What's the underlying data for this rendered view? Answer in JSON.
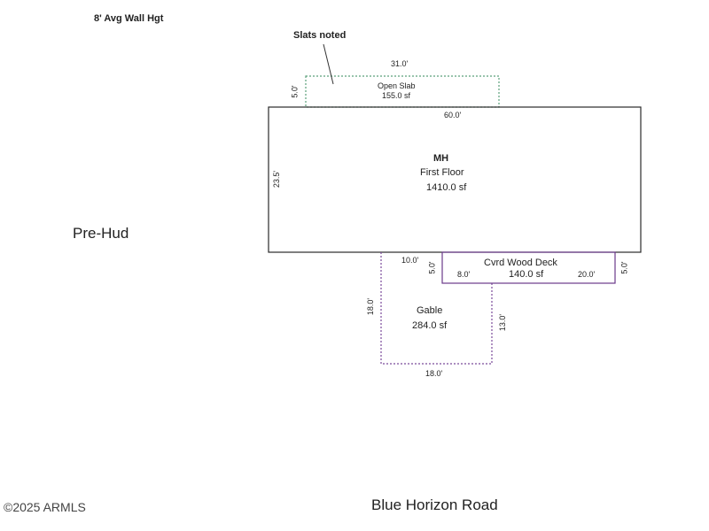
{
  "header": {
    "wall_height_note": "8' Avg Wall Hgt",
    "slats_note": "Slats noted"
  },
  "open_slab": {
    "name": "Open Slab",
    "area": "155.0 sf",
    "dim_width": "31.0'",
    "dim_depth": "5.0'"
  },
  "main_house": {
    "name": "MH",
    "floor": "First Floor",
    "area": "1410.0 sf",
    "dim_width": "60.0'",
    "dim_depth": "23.5'"
  },
  "deck": {
    "name": "Cvrd Wood Deck",
    "area": "140.0 sf",
    "dim_left": "5.0'",
    "dim_right": "5.0'",
    "dim_bottom_left": "8.0'",
    "dim_bottom_right": "20.0'"
  },
  "gable": {
    "name": "Gable",
    "area": "284.0 sf",
    "dim_top": "10.0'",
    "dim_left": "18.0'",
    "dim_right": "13.0'",
    "dim_bottom": "18.0'"
  },
  "side_label": "Pre-Hud",
  "footer": {
    "copyright": "©2025 ARMLS",
    "road": "Blue Horizon Road"
  },
  "colors": {
    "outline": "#2a2a2a",
    "slab_outline": "#5aa07a",
    "gable_outline": "#7a4a9a",
    "deck_outline": "#6a3a8a"
  }
}
